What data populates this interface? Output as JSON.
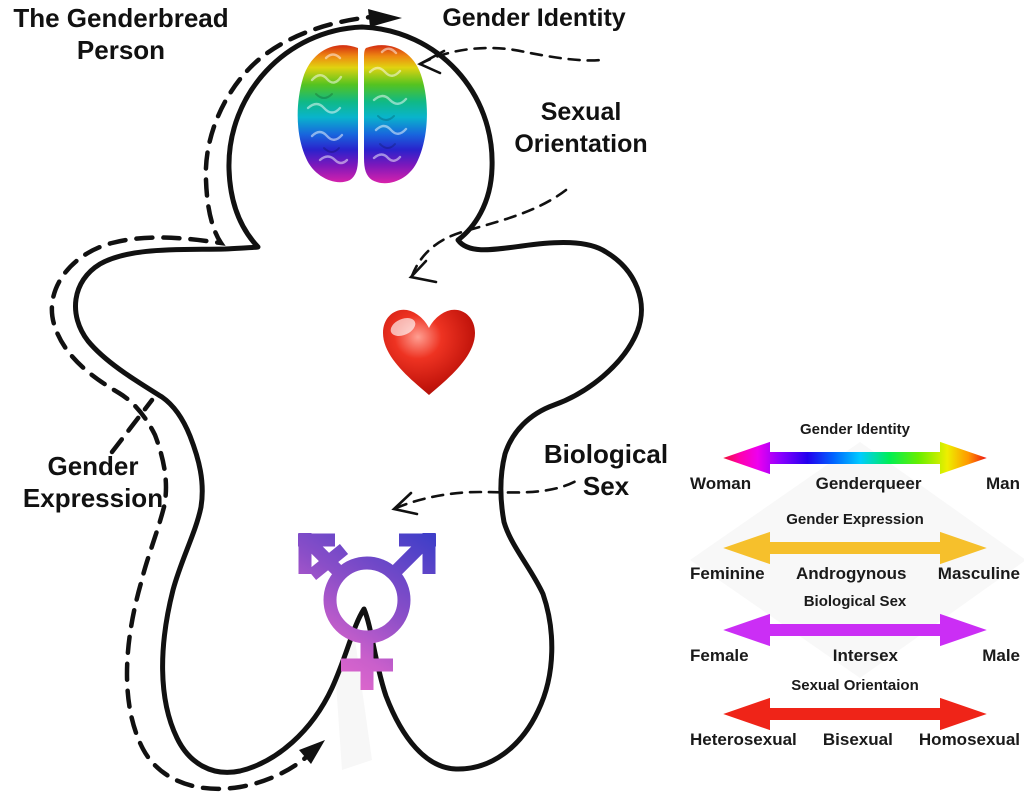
{
  "title": {
    "line1": "The Genderbread",
    "line2": "Person"
  },
  "person": {
    "gender_identity_label": "Gender Identity",
    "sexual_orientation_label": {
      "line1": "Sexual",
      "line2": "Orientation"
    },
    "gender_expression_label": {
      "line1": "Gender",
      "line2": "Expression"
    },
    "biological_sex_label": {
      "line1": "Biological",
      "line2": "Sex"
    },
    "icons": {
      "brain": "rainbow-brain-icon",
      "heart": "red-heart-icon",
      "symbol": "transgender-symbol-icon"
    }
  },
  "spectrums": [
    {
      "heading": "Gender Identity",
      "left": "Woman",
      "center": "Genderqueer",
      "right": "Man",
      "color": "rainbow",
      "gradient": [
        "#ee1133",
        "#ff00aa",
        "#ee00ee",
        "#8800ff",
        "#2200ee",
        "#0066ff",
        "#00ccff",
        "#00ee55",
        "#66ee00",
        "#eeee00",
        "#ff9900",
        "#ee1111"
      ]
    },
    {
      "heading": "Gender Expression",
      "left": "Feminine",
      "center": "Androgynous",
      "right": "Masculine",
      "color": "#F6C02C"
    },
    {
      "heading": "Biological Sex",
      "left": "Female",
      "center": "Intersex",
      "right": "Male",
      "color": "#CB2EF5"
    },
    {
      "heading": "Sexual Orientaion",
      "left": "Heterosexual",
      "center": "Bisexual",
      "right": "Homosexual",
      "color": "#EF2418"
    }
  ],
  "colors": {
    "outline": "#111111",
    "heart_red": "#d41a0f",
    "trans_blue": "#3f3ec8",
    "trans_pink": "#e56acd"
  }
}
